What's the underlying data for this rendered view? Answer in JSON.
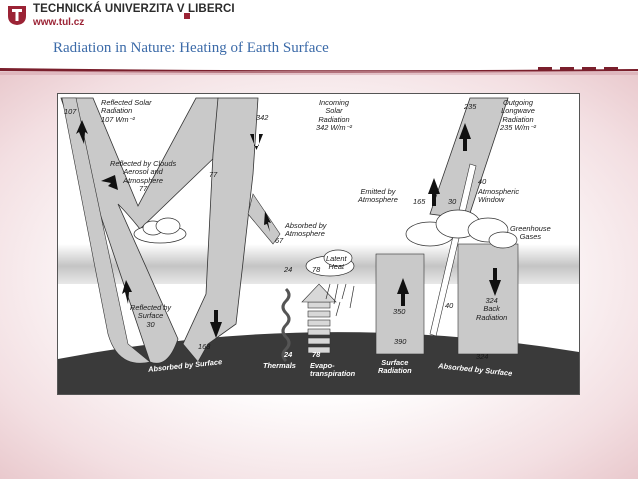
{
  "header": {
    "university": "TECHNICKÁ UNIVERZITA V LIBERCI",
    "url": "www.tul.cz"
  },
  "slide": {
    "title": "Radiation in Nature: Heating of Earth Surface"
  },
  "diagram": {
    "reflected_solar": "Reflected Solar\nRadiation\n107 Wm⁻²",
    "val_107": "107",
    "val_342_top": "342",
    "incoming_solar": "Incoming\nSolar\nRadiation\n342 W/m⁻²",
    "val_235": "235",
    "outgoing_longwave": "Outgoing\nLongwave\nRadiation\n235 W/m⁻²",
    "reflected_clouds": "Reflected by Clouds\nAerosol and\nAtmosphere\n77",
    "val_77": "77",
    "emitted_by_atmosphere": "Emitted by\nAtmosphere",
    "val_165": "165",
    "val_30_window": "30",
    "val_40_window": "40",
    "atmospheric_window": "Atmospheric\nWindow",
    "absorbed_by_atmosphere": "Absorbed by\nAtmosphere",
    "val_67": "67",
    "greenhouse_gases": "Greenhouse\nGases",
    "latent_heat": "Latent\nHeat",
    "val_24_mid": "24",
    "val_78_mid": "78",
    "reflected_surface": "Reflected by\nSurface\n30",
    "val_350": "350",
    "val_40_lower": "40",
    "back_radiation": "324\nBack\nRadiation",
    "val_168": "168",
    "val_390": "390",
    "val_324_bottom": "324",
    "val_24_bottom": "24",
    "val_78_bottom": "78",
    "thermals": "Thermals",
    "evapotranspiration": "Evapo-\ntranspiration",
    "absorbed_by_surface_left": "Absorbed by Surface",
    "surface_radiation": "Surface\nRadiation",
    "absorbed_by_surface_right": "Absorbed by Surface"
  },
  "colors": {
    "brand_red": "#9b2335",
    "title_blue": "#3b6aa8",
    "band_gray": "#c8c8c8",
    "earth_dark": "#3a3a3a"
  }
}
